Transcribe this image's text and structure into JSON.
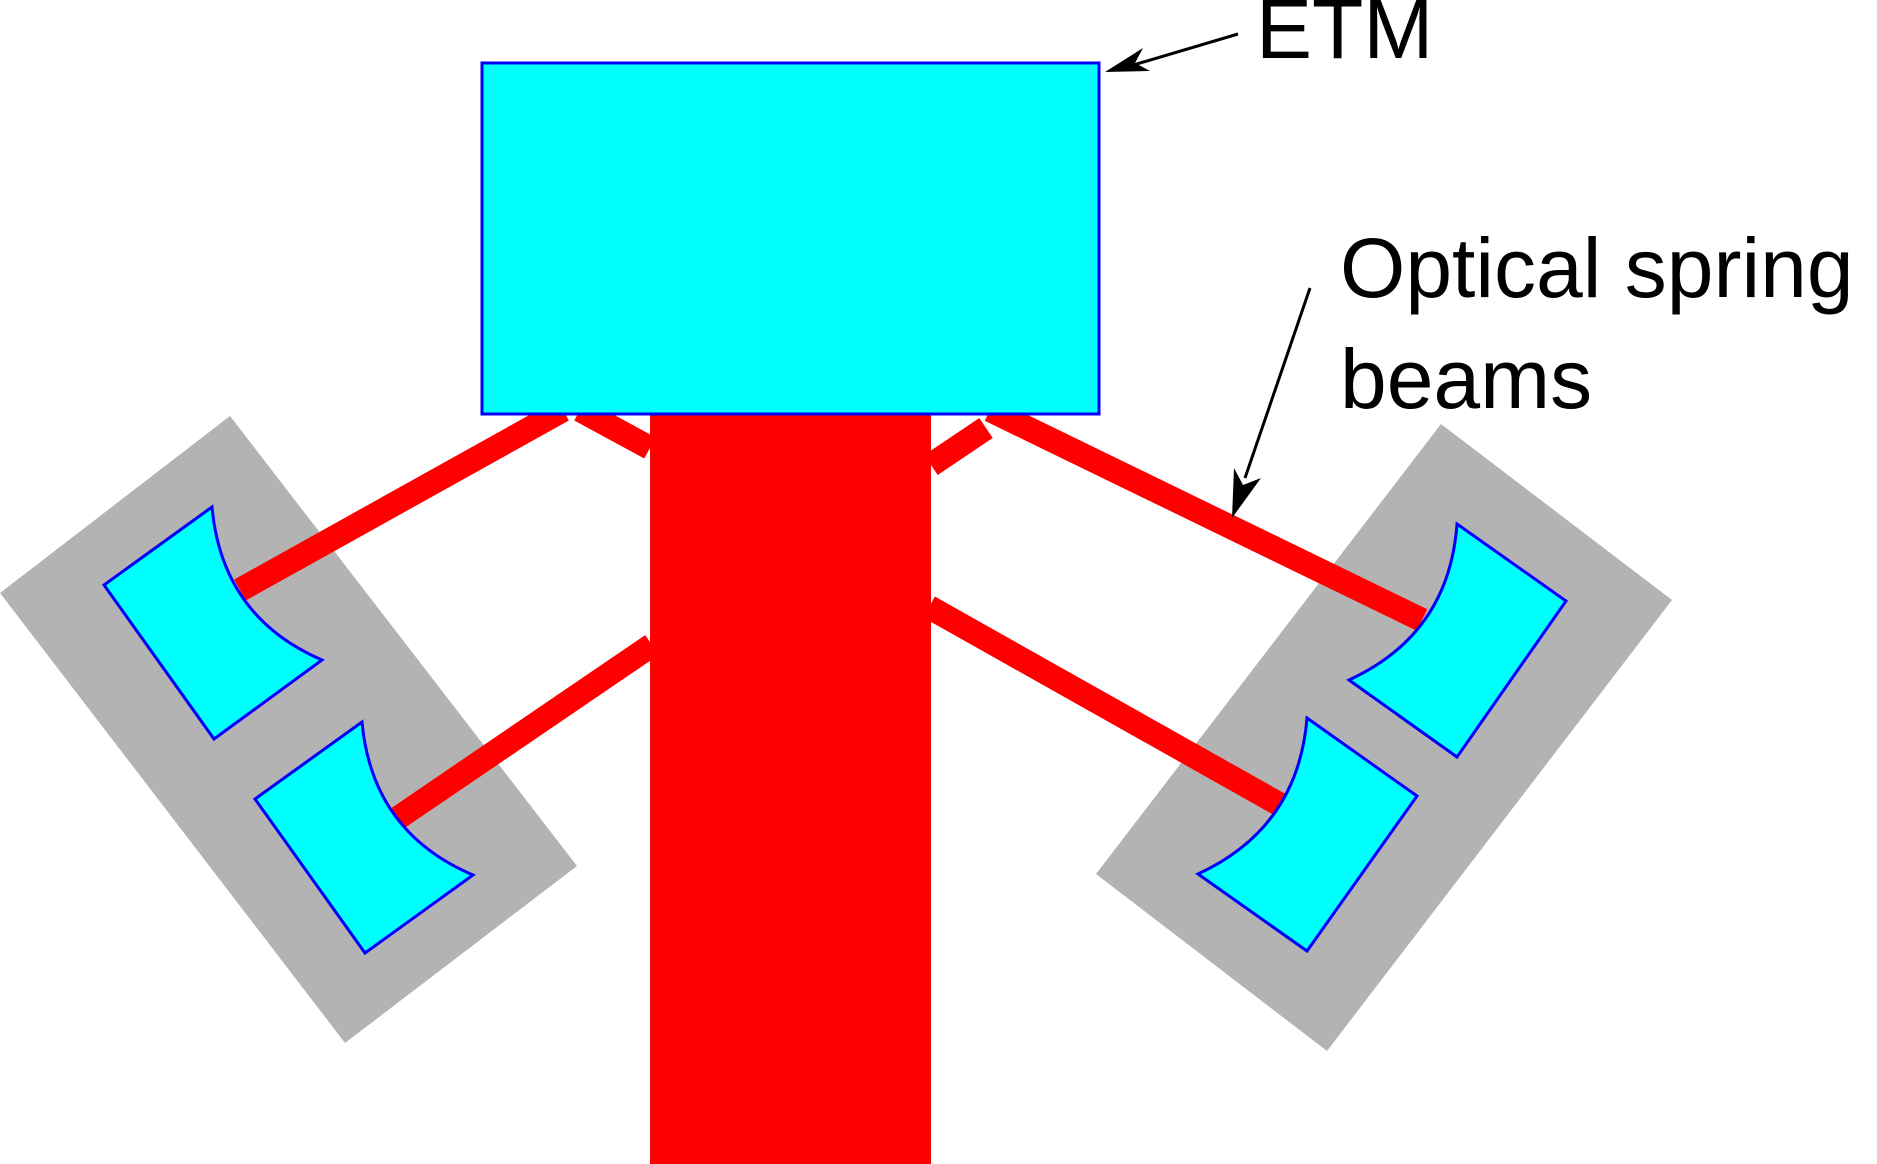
{
  "labels": {
    "etm": "ETM",
    "beams_line1": "Optical spring",
    "beams_line2": "beams"
  },
  "colors": {
    "beam": "#ff0000",
    "optic_fill": "#00ffff",
    "optic_stroke": "#0000ff",
    "mount": "#b3b3b3",
    "text": "#000000",
    "background": "#ffffff"
  }
}
